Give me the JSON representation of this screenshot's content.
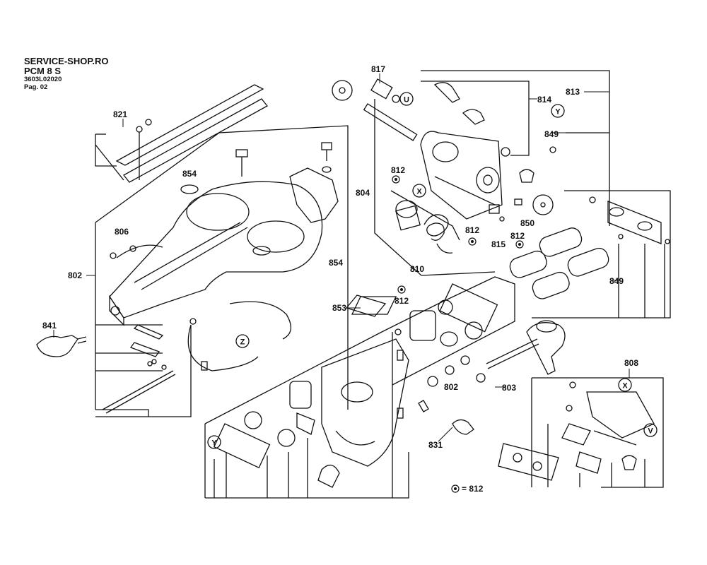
{
  "header": {
    "shop": "SERVICE-SHOP.RO",
    "model": "PCM 8 S",
    "part_number": "3603L02020",
    "page": "Pag. 02"
  },
  "callouts": {
    "c817": "817",
    "c814": "814",
    "c813": "813",
    "c821": "821",
    "c849a": "849",
    "c812a": "812",
    "c854a": "854",
    "c804": "804",
    "c806": "806",
    "c812b": "812",
    "c812c": "812",
    "c850": "850",
    "c815": "815",
    "c810": "810",
    "c802a": "802",
    "c854b": "854",
    "c849b": "849",
    "c853": "853",
    "c812d": "812",
    "c841": "841",
    "c802b": "802",
    "c803": "803",
    "c808": "808",
    "c831": "831"
  },
  "markers": {
    "u": "U",
    "y1": "Y",
    "x1": "X",
    "z": "Z",
    "y2": "Y",
    "x2": "X",
    "v": "V"
  },
  "legend": {
    "text": "= 812"
  }
}
